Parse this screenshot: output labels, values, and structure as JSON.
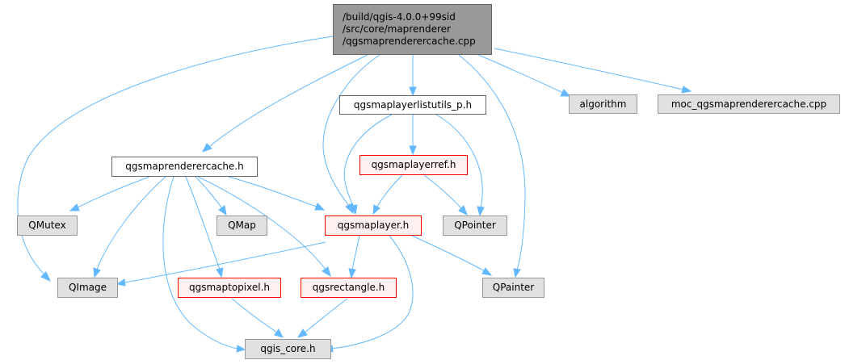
{
  "root": {
    "lines": [
      "/build/qgis-4.0.0+99sid",
      "/src/core/maprenderer",
      "/qgsmaprenderercache.cpp"
    ]
  },
  "nodes": {
    "listutils": "qgsmaplayerlistutils_p.h",
    "algorithm": "algorithm",
    "moc": "moc_qgsmaprenderercache.cpp",
    "cacheh": "qgsmaprenderercache.h",
    "layerref": "qgsmaplayerref.h",
    "qmutex": "QMutex",
    "qmap": "QMap",
    "maplayer": "qgsmaplayer.h",
    "qpointer": "QPointer",
    "qimage": "QImage",
    "maptopixel": "qgsmaptopixel.h",
    "rectangle": "qgsrectangle.h",
    "qpainter": "QPainter",
    "core": "qgis_core.h"
  },
  "colors": {
    "edge": "#63b8ff",
    "root_fill": "#999999",
    "sys_fill": "#e0e0e0",
    "doc_border_red": "#ff0000"
  }
}
